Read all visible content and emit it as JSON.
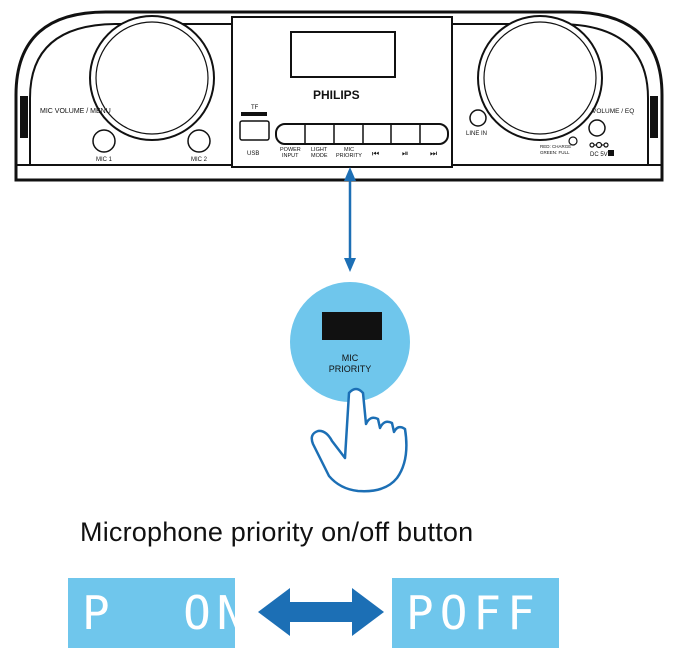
{
  "device": {
    "brand": "PHILIPS",
    "tf_label": "TF",
    "usb_label": "USB",
    "left_knob_label": "MIC VOLUME / MENU",
    "mic1_label": "MIC 1",
    "mic2_label": "MIC 2",
    "buttons": [
      {
        "label_line1": "POWER",
        "label_line2": "INPUT"
      },
      {
        "label_line1": "LIGHT",
        "label_line2": "MODE"
      },
      {
        "label_line1": "MIC",
        "label_line2": "PRIORITY"
      },
      {
        "label_line1": "",
        "label_line2": "⏮"
      },
      {
        "label_line1": "",
        "label_line2": "⏯"
      },
      {
        "label_line1": "",
        "label_line2": "⏭"
      }
    ],
    "line_in_label": "LINE IN",
    "volume_eq_label": "VOLUME / EQ",
    "charge_label_1": "RED: CHARGE",
    "charge_label_2": "GREEN: FULL",
    "dc_label": "DC 5V"
  },
  "callout": {
    "line1": "MIC",
    "line2": "PRIORITY"
  },
  "caption": "Microphone priority on/off button",
  "displays": {
    "left": "P  ON",
    "right": "POFF"
  },
  "colors": {
    "accent_blue": "#1c6fb5",
    "light_blue": "#6fc6ec",
    "outline": "#111111"
  }
}
